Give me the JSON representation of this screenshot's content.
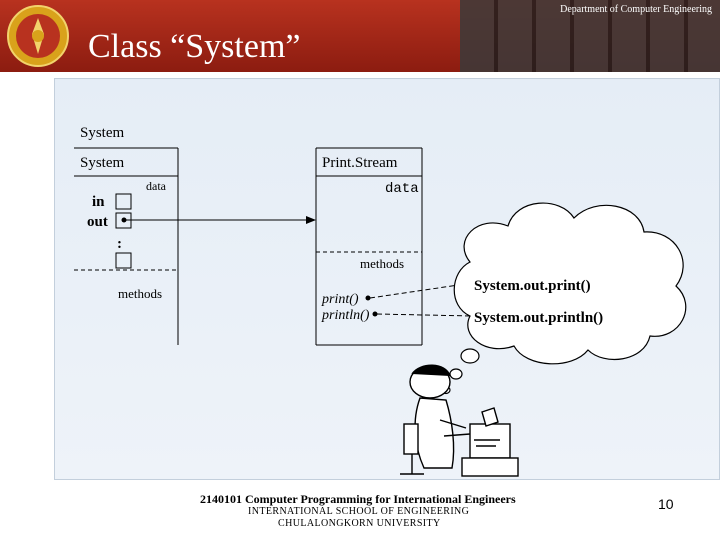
{
  "header": {
    "department": "Department of Computer Engineering",
    "title": "Class “System”"
  },
  "diagram": {
    "outer_label": "System",
    "system_box": {
      "title": "System",
      "data_label": "data",
      "fields": [
        "in",
        "out"
      ],
      "ellipsis": ":",
      "methods_label": "methods"
    },
    "printstream_box": {
      "title": "Print.Stream",
      "data_label": "data",
      "methods_label": "methods",
      "methods": [
        "print()",
        "println()"
      ]
    },
    "thought": {
      "lines": [
        "System.out.print()",
        "System.out.println()"
      ]
    }
  },
  "footer": {
    "course": "2140101 Computer Programming for International Engineers",
    "school": "INTERNATIONAL SCHOOL OF ENGINEERING",
    "university": "CHULALONGKORN UNIVERSITY",
    "page": "10"
  }
}
